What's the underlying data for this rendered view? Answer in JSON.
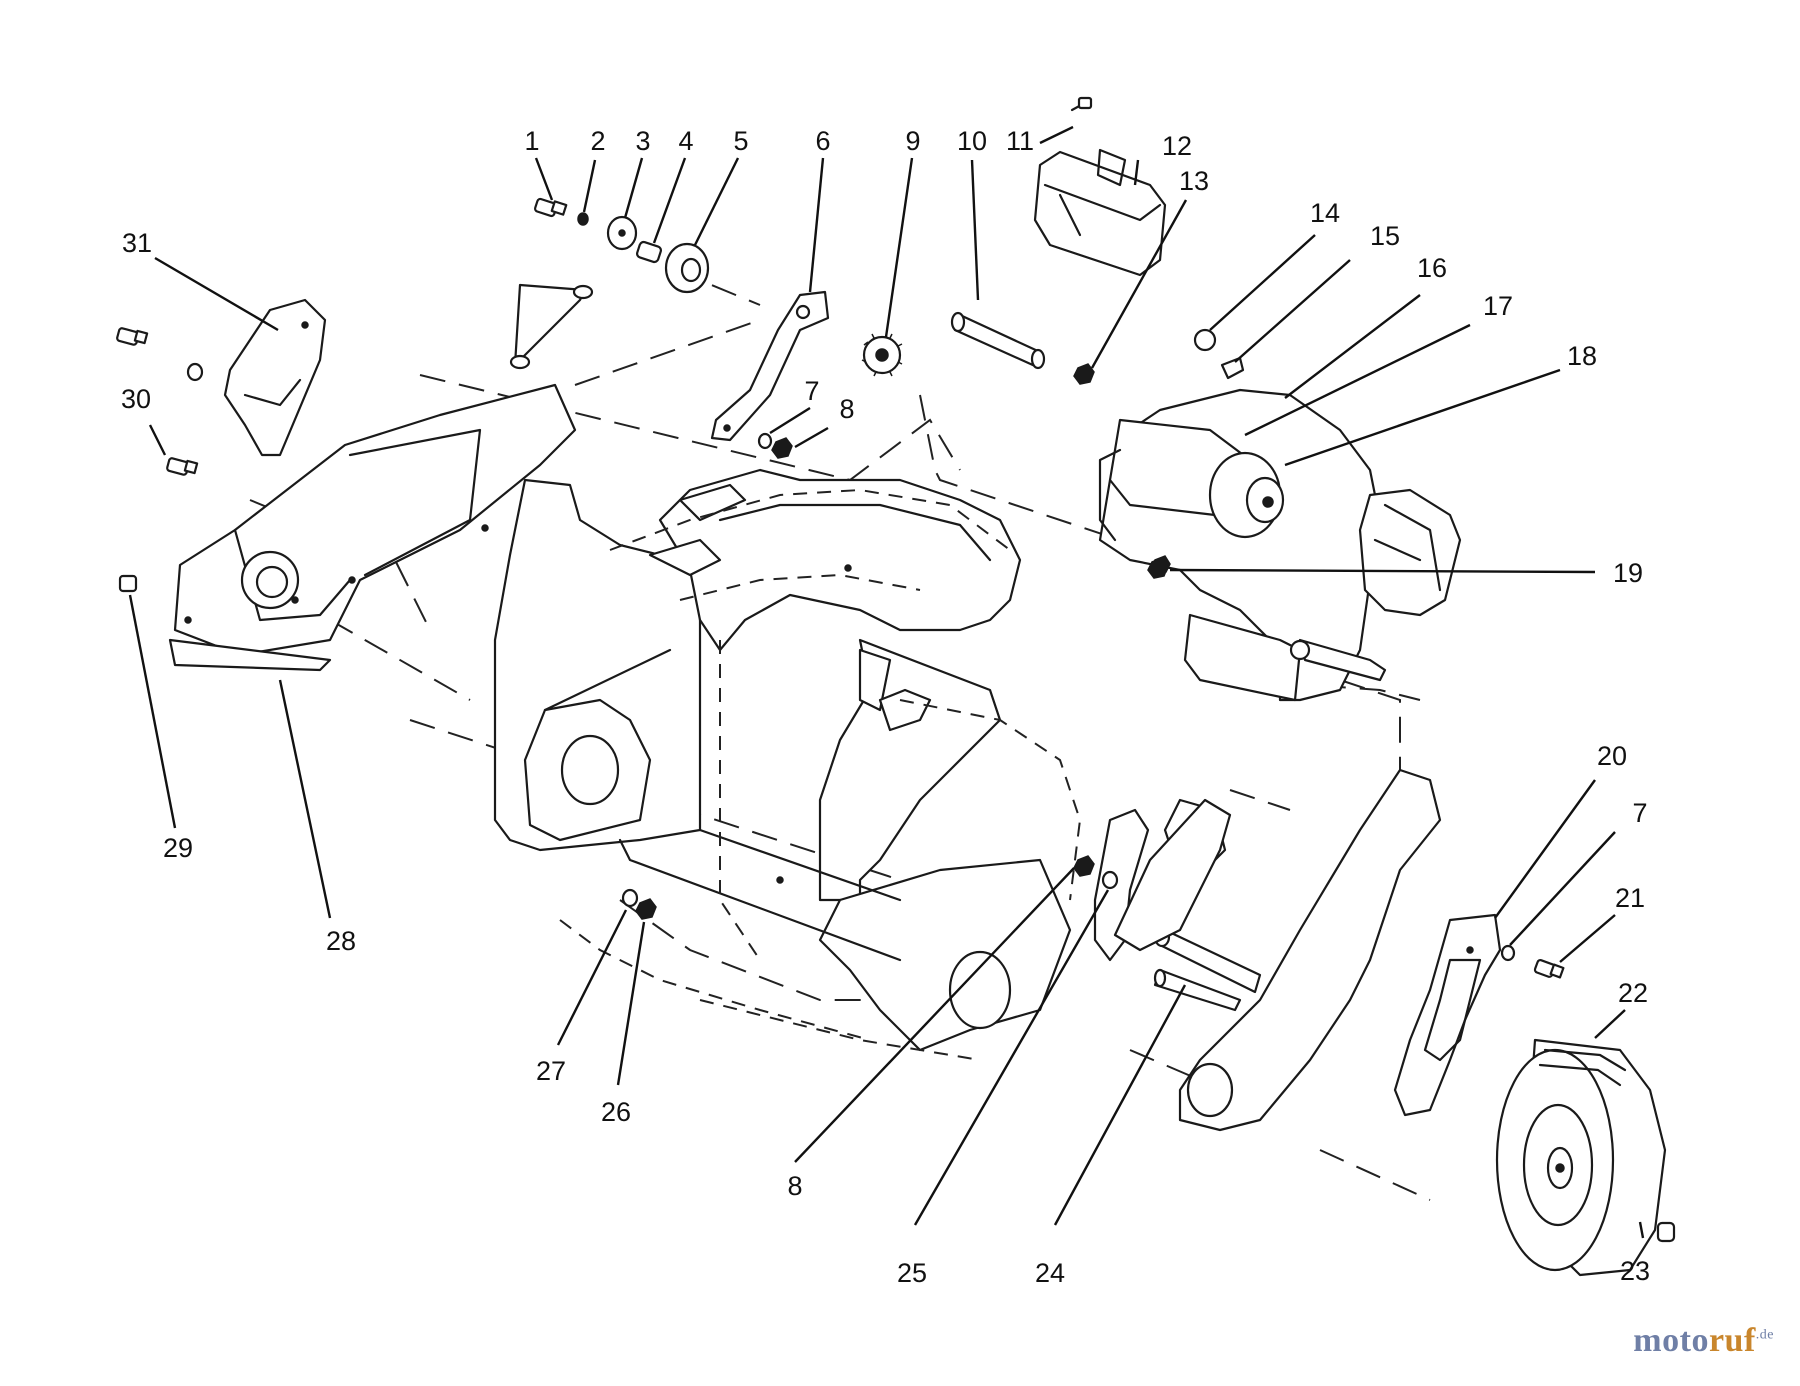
{
  "callouts": [
    {
      "id": "1",
      "label": "1"
    },
    {
      "id": "2",
      "label": "2"
    },
    {
      "id": "3",
      "label": "3"
    },
    {
      "id": "4",
      "label": "4"
    },
    {
      "id": "5",
      "label": "5"
    },
    {
      "id": "6",
      "label": "6"
    },
    {
      "id": "9",
      "label": "9"
    },
    {
      "id": "10",
      "label": "10"
    },
    {
      "id": "11",
      "label": "11"
    },
    {
      "id": "12",
      "label": "12"
    },
    {
      "id": "13",
      "label": "13"
    },
    {
      "id": "14",
      "label": "14"
    },
    {
      "id": "15",
      "label": "15"
    },
    {
      "id": "16",
      "label": "16"
    },
    {
      "id": "17",
      "label": "17"
    },
    {
      "id": "18",
      "label": "18"
    },
    {
      "id": "31",
      "label": "31"
    },
    {
      "id": "30",
      "label": "30"
    },
    {
      "id": "7a",
      "label": "7"
    },
    {
      "id": "8a",
      "label": "8"
    },
    {
      "id": "19",
      "label": "19"
    },
    {
      "id": "20",
      "label": "20"
    },
    {
      "id": "7b",
      "label": "7"
    },
    {
      "id": "21",
      "label": "21"
    },
    {
      "id": "22",
      "label": "22"
    },
    {
      "id": "29",
      "label": "29"
    },
    {
      "id": "28",
      "label": "28"
    },
    {
      "id": "27",
      "label": "27"
    },
    {
      "id": "26",
      "label": "26"
    },
    {
      "id": "8b",
      "label": "8"
    },
    {
      "id": "25",
      "label": "25"
    },
    {
      "id": "24",
      "label": "24"
    },
    {
      "id": "23",
      "label": "23"
    }
  ],
  "watermark": {
    "part_a": "moto",
    "part_b": "ruf",
    "tld": ".de"
  },
  "colors": {
    "line": "#1a1a1a",
    "watermark_blue": "#6f7fa6",
    "watermark_orange": "#c9862c"
  }
}
